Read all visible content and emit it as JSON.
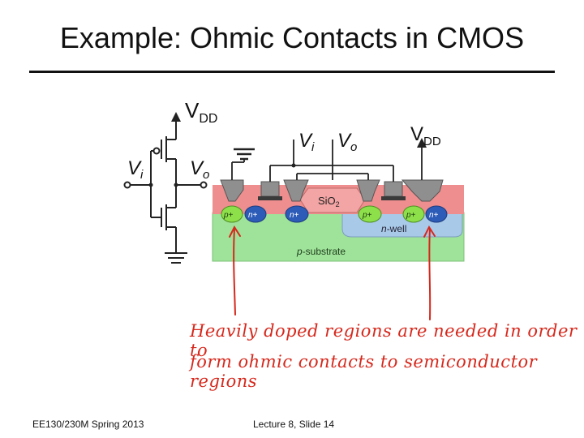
{
  "slide": {
    "title": "Example: Ohmic Contacts in CMOS",
    "footer_left": "EE130/230M Spring 2013",
    "footer_right": "Lecture 8, Slide 14"
  },
  "schematic": {
    "vdd_main": "V",
    "vdd_sub": "DD",
    "vi_main": "V",
    "vi_sub": "i",
    "vo_main": "V",
    "vo_sub": "o"
  },
  "cross_section": {
    "vi_main": "V",
    "vi_sub": "i",
    "vo_main": "V",
    "vo_sub": "o",
    "vdd_main": "V",
    "vdd_sub": "DD",
    "oxide_main": "SiO",
    "oxide_sub": "2",
    "p_plus_left": "p+",
    "n_plus_1": "n+",
    "n_plus_2": "n+",
    "p_plus_2": "p+",
    "p_plus_3": "p+",
    "n_plus_3": "n+",
    "nwell_prefix": "n",
    "nwell_suffix": "-well",
    "substrate_prefix": "p",
    "substrate_suffix": "-substrate"
  },
  "annotation": {
    "line1": "Heavily doped regions are needed in order to",
    "line2": "form ohmic contacts to semiconductor regions"
  },
  "colors": {
    "substrate": "#9fe39a",
    "nwell": "#a9c9e8",
    "field_oxide": "#ee8e8e",
    "p_plus": "#8ee04a",
    "n_plus": "#2d5cb8",
    "metal": "#8f8f8f",
    "gate": "#3a3a3a",
    "annotation": "#d6281c"
  }
}
